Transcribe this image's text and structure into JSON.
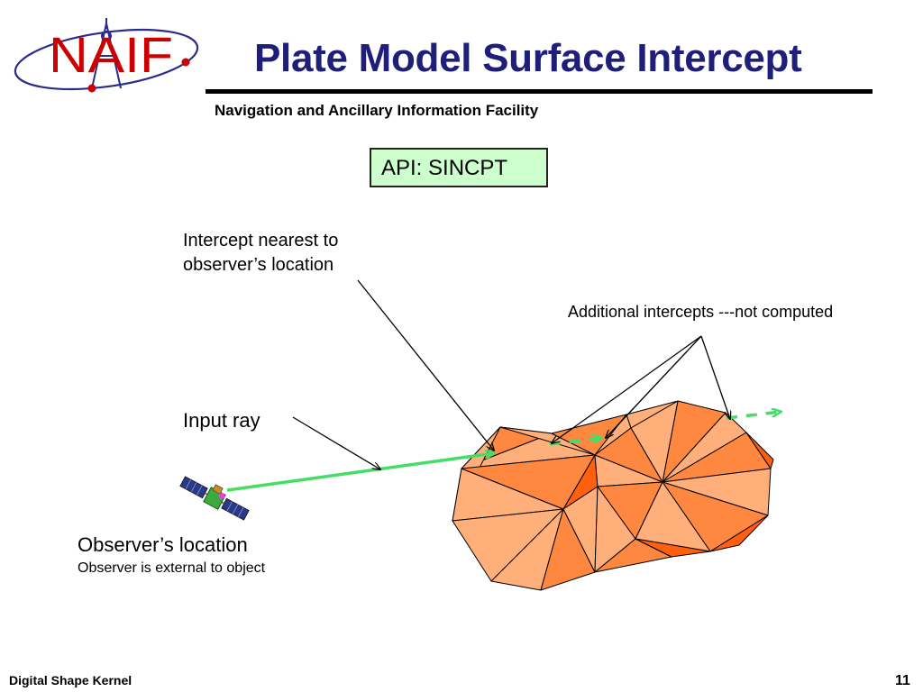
{
  "slide": {
    "title": "Plate Model Surface Intercept",
    "subtitle": "Navigation and Ancillary Information Facility",
    "api_label": "API: SINCPT",
    "logo_text": "NAIF"
  },
  "labels": {
    "nearest_line1": "Intercept nearest to",
    "nearest_line2": "observer’s location",
    "additional": "Additional intercepts ---not computed",
    "input_ray": "Input ray",
    "observer": "Observer’s location",
    "observer_note": "Observer is external to object"
  },
  "footer": {
    "left": "Digital Shape Kernel",
    "page_number": "11"
  },
  "colors": {
    "title": "#1f1f7a",
    "logo": "#cc0000",
    "api_box": "#ccffcc",
    "ray": "#44dd66",
    "facet_light": "#ffb07a",
    "facet_mid": "#ff8840",
    "facet_dark": "#ff6010"
  },
  "icons": {
    "spacecraft": "spacecraft-icon",
    "logo": "naif-logo"
  }
}
